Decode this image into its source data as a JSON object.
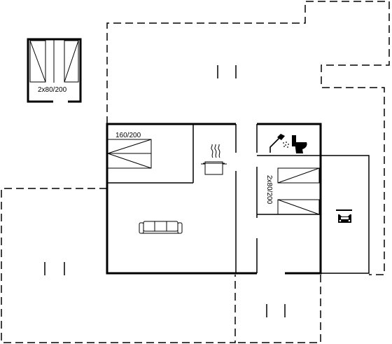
{
  "labels": {
    "annex_beds": "2x80/200",
    "double_bed": "160/200",
    "bunk_beds": "2x80/200"
  },
  "icons": {
    "cooking_pot": "cooking-pot-icon",
    "shower": "shower-icon",
    "toilet": "toilet-icon",
    "sofa": "sofa-icon",
    "carport": "car-icon"
  },
  "colors": {
    "walls": "#000000",
    "background": "#ffffff"
  }
}
